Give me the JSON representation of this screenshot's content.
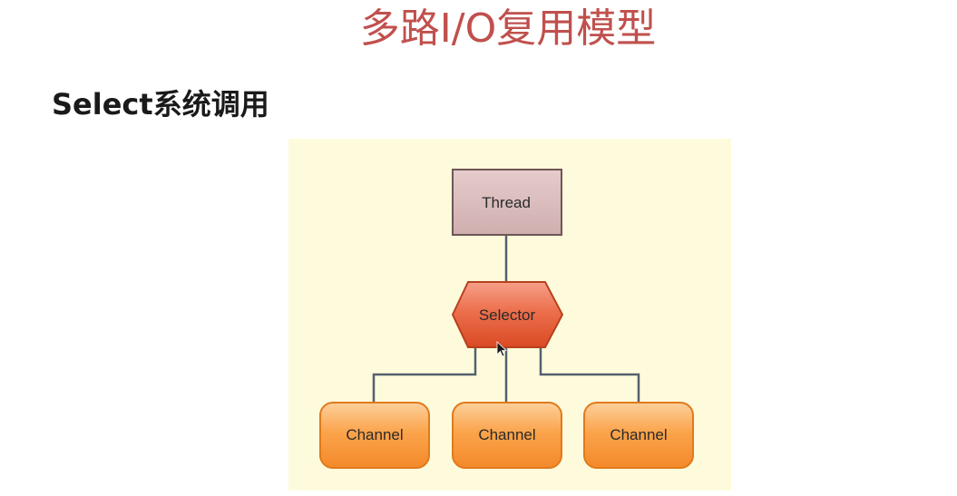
{
  "slide": {
    "title": "多路I/O复用模型",
    "subheading": "Select系统调用"
  },
  "diagram": {
    "nodes": {
      "thread": "Thread",
      "selector": "Selector",
      "channels": [
        "Channel",
        "Channel",
        "Channel"
      ]
    },
    "colors": {
      "title": "#c0504d",
      "panel_background": "#fefbdc",
      "thread_fill": "#d9bcbc",
      "selector_fill": "#e8603c",
      "channel_fill": "#f99b3a",
      "connector": "#556070"
    }
  }
}
